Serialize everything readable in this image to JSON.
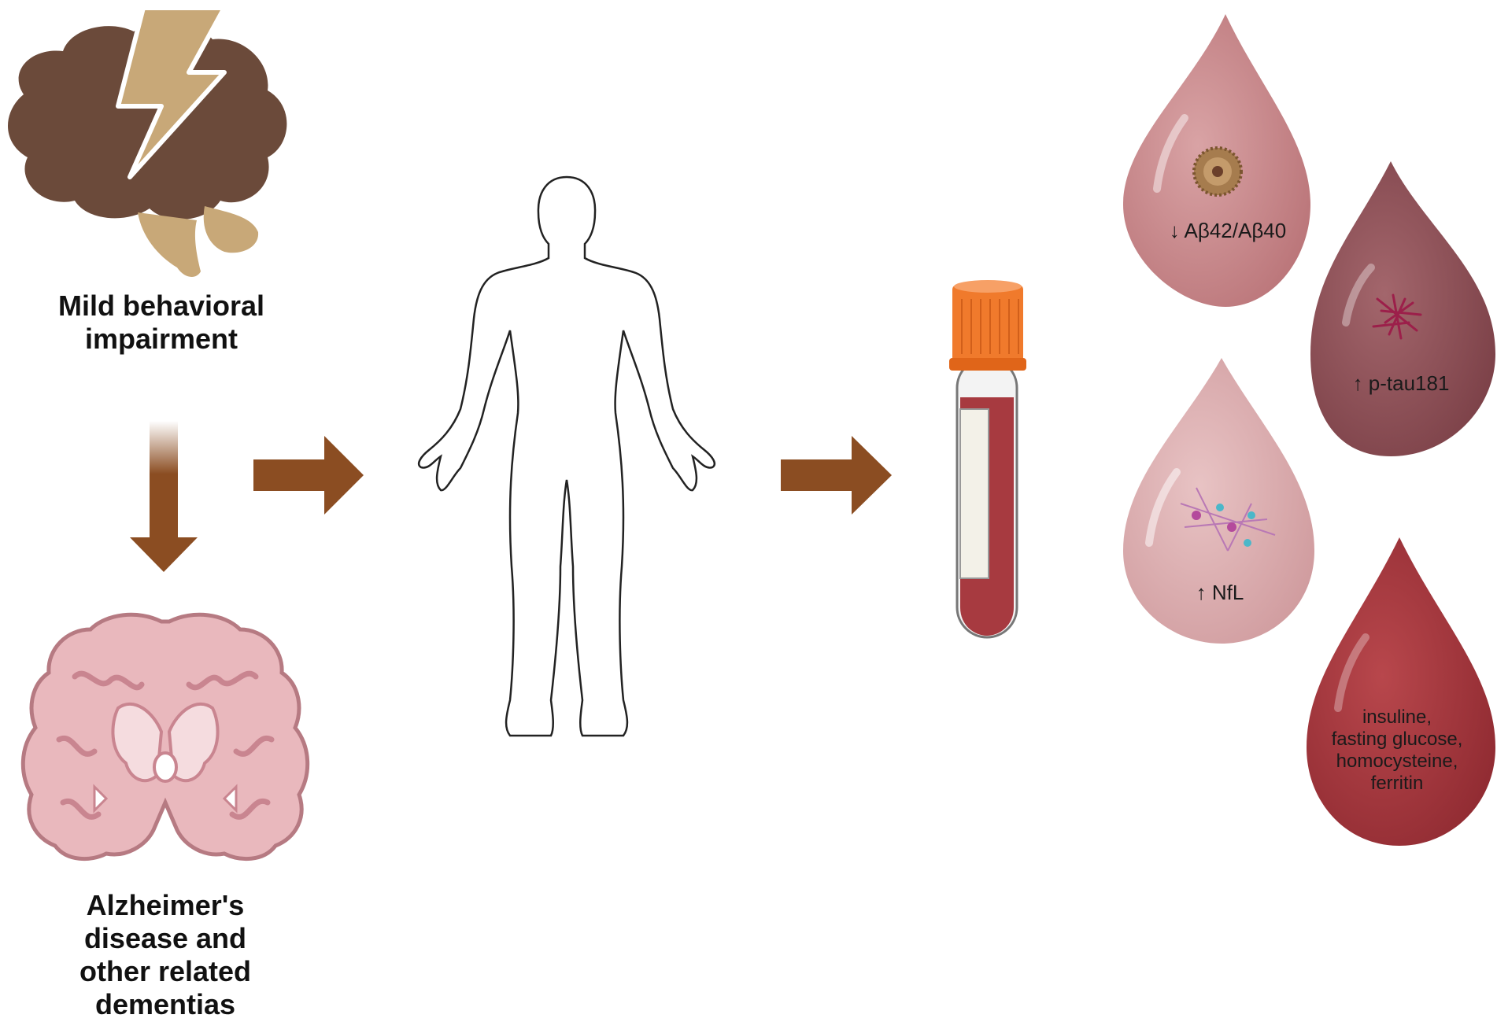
{
  "labels": {
    "mbi_line1": "Mild behavioral",
    "mbi_line2": "impairment",
    "ad_line1": "Alzheimer's",
    "ad_line2": "disease and",
    "ad_line3": "other related",
    "ad_line4": "dementias"
  },
  "drops": [
    {
      "label": "↓ Aβ42/Aβ40",
      "color": "#c98a8c"
    },
    {
      "label": "↑ p-tau181",
      "color": "#8d4f55"
    },
    {
      "label": "↑ NfL",
      "color": "#dcaeb0"
    },
    {
      "label_lines": [
        "insuline,",
        "fasting glucose,",
        "homocysteine,",
        "ferritin"
      ],
      "color": "#a2363c"
    }
  ],
  "colors": {
    "arrow": "#8b4d22",
    "brain_dark": "#6b4a3a",
    "brain_light": "#c8a878",
    "tissue": "#e9b8bd",
    "tube_cap": "#f07a2c",
    "blood": "#a73a40"
  },
  "icons": [
    "brain-icon",
    "lightning-icon",
    "brain-section-icon",
    "human-body-icon",
    "blood-tube-icon",
    "amyloid-plaque-icon",
    "tau-tangle-icon",
    "neuron-icon"
  ]
}
